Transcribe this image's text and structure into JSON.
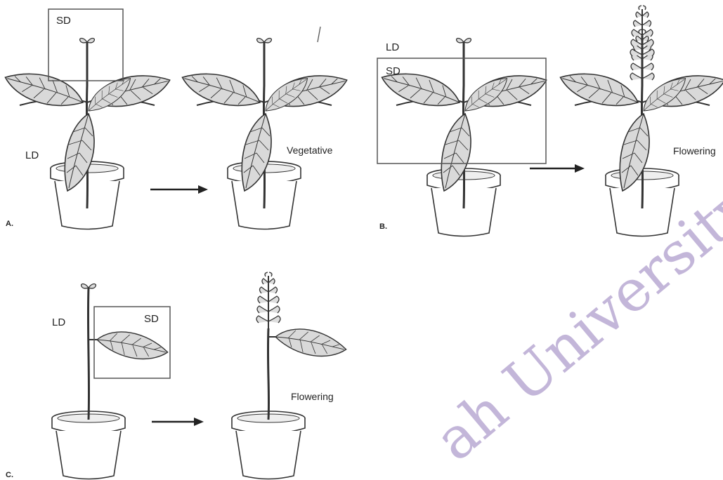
{
  "panels": [
    {
      "letter": "A.",
      "before": {
        "labels": [
          "SD",
          "LD"
        ]
      },
      "after": {
        "label": "Vegetative"
      }
    },
    {
      "letter": "B.",
      "before": {
        "labels": [
          "LD",
          "SD"
        ]
      },
      "after": {
        "label": "Flowering"
      }
    },
    {
      "letter": "C.",
      "before": {
        "labels": [
          "LD",
          "SD"
        ]
      },
      "after": {
        "label": "Flowering"
      }
    }
  ],
  "watermark": {
    "text": "ah University"
  },
  "colors": {
    "ink": "#333333",
    "leaf_fill": "#d9d9d9",
    "watermark": "#b3a2cf"
  }
}
